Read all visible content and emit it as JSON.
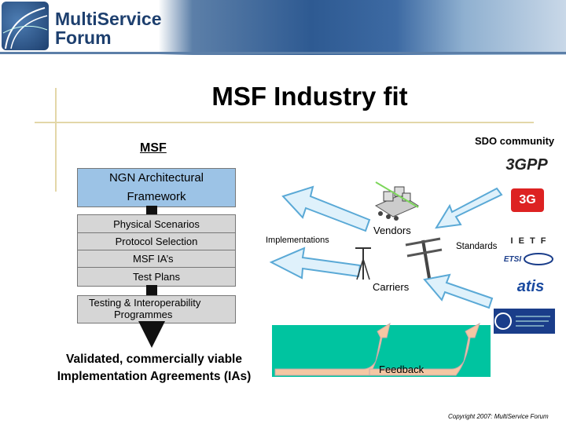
{
  "header": {
    "logo_line1": "MultiService",
    "logo_line2": "Forum"
  },
  "title": "MSF Industry fit",
  "msf_label": "MSF",
  "sdo_label": "SDO community",
  "flow": {
    "ngn_line1": "NGN Architectural",
    "ngn_line2": "Framework",
    "physical": "Physical Scenarios",
    "protocol": "Protocol Selection",
    "ia": "MSF IA’s",
    "test": "Test Plans",
    "prog_line1": "Testing & Interoperability",
    "prog_line2": "Programmes",
    "validated_line1": "Validated, commercially viable",
    "validated_line2": "Implementation Agreements (IAs)"
  },
  "diagram": {
    "implementations": "Implementations",
    "vendors": "Vendors",
    "standards": "Standards",
    "carriers": "Carriers",
    "feedback": "Feedback"
  },
  "logos": {
    "3gpp": "3GPP",
    "3g": "3G",
    "ietf": "I E T F",
    "etsi": "ETSI",
    "atis": "atis"
  },
  "copyright": "Copyright 2007:  MultiService Forum",
  "colors": {
    "ngn_box": "#9cc3e6",
    "grey_box": "#d6d6d6",
    "arrow_fill": "#dff1fb",
    "arrow_stroke": "#5aa9d6",
    "feedback_bg": "#00c4a0",
    "feedback_arrow": "#f5c7a3"
  }
}
